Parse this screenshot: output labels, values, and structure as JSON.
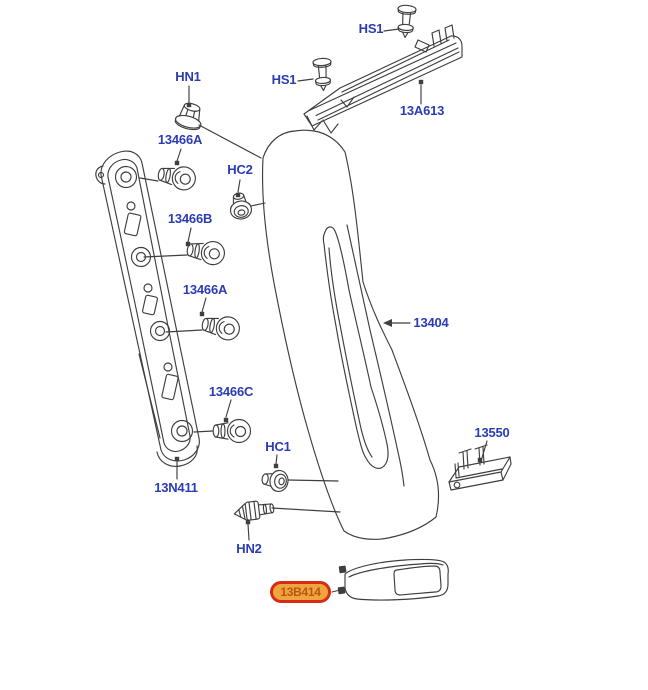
{
  "colors": {
    "label": "#2b3cb5",
    "line": "#3f3f3f",
    "hl-border": "#d52c17",
    "hl-fill": "#f0a43c",
    "hl-text": "#b85512",
    "bg": "#ffffff"
  },
  "labels": {
    "hs1_top": "HS1",
    "hs1_left": "HS1",
    "trim_panel": "13A613",
    "nut_top": "HN1",
    "bulb_top": "13466A",
    "grommet_upper": "HC2",
    "bulb_middle": "13466B",
    "bulb_lower": "13466A",
    "bulb_bottom": "13466C",
    "lens": "13404",
    "housing": "13N411",
    "grommet_lower": "HC1",
    "stud_bottom": "HN2",
    "license_lamp": "13550",
    "marker_lamp_highlighted": "13B414"
  }
}
